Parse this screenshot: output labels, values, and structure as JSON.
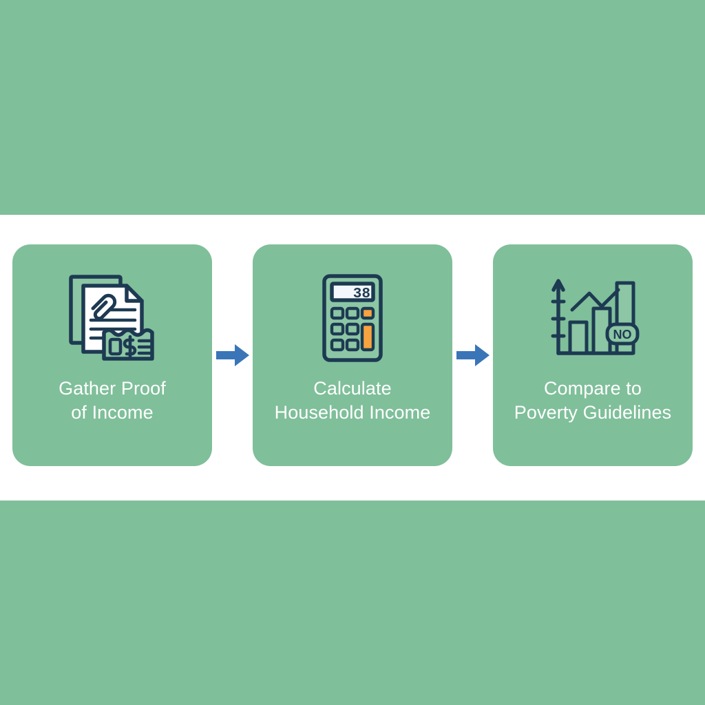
{
  "theme": {
    "background_green": "#7fbf9a",
    "band_white": "#ffffff",
    "card_green": "#7fbf9a",
    "label_color": "#ffffff",
    "arrow_blue": "#3a75b8",
    "icon_outline": "#1d3a52",
    "icon_accent_orange": "#f5a council",
    "icon_orange": "#f6a council"
  },
  "colors": {
    "background_green": "#7fbf9a",
    "band_white": "#ffffff",
    "arrow_blue": "#3a75b8",
    "icon_outline": "#1d3a52",
    "icon_orange": "#f7a33f",
    "icon_paper_white": "#ffffff",
    "icon_fill_green": "#8cc6a4",
    "label_white": "#ffffff"
  },
  "diagram": {
    "type": "process-flow",
    "orientation": "horizontal",
    "step_count": 3,
    "steps": [
      {
        "index": 1,
        "label": "Gather Proof\nof Income",
        "label_line1": "Gather Proof",
        "label_line2": "of Income",
        "icon": "documents-receipt-icon",
        "icon_description": "stack of documents with paperclip and a dollar banknote"
      },
      {
        "index": 2,
        "label": "Calculate\nHousehold Income",
        "label_line1": "Calculate",
        "label_line2": "Household Income",
        "icon": "calculator-icon",
        "icon_description": "calculator with display and orange keys",
        "display_value": "38"
      },
      {
        "index": 3,
        "label": "Compare to\nPoverty Guidelines",
        "label_line1": "Compare to",
        "label_line2": "Poverty Guidelines",
        "icon": "bar-chart-icon",
        "icon_description": "bar chart with trend line, axis and NO badge",
        "badge_text": "NO"
      }
    ],
    "connectors": [
      {
        "index": 1,
        "icon": "arrow-right-icon",
        "from_step": 1,
        "to_step": 2
      },
      {
        "index": 2,
        "icon": "arrow-right-icon",
        "from_step": 2,
        "to_step": 3
      }
    ]
  }
}
